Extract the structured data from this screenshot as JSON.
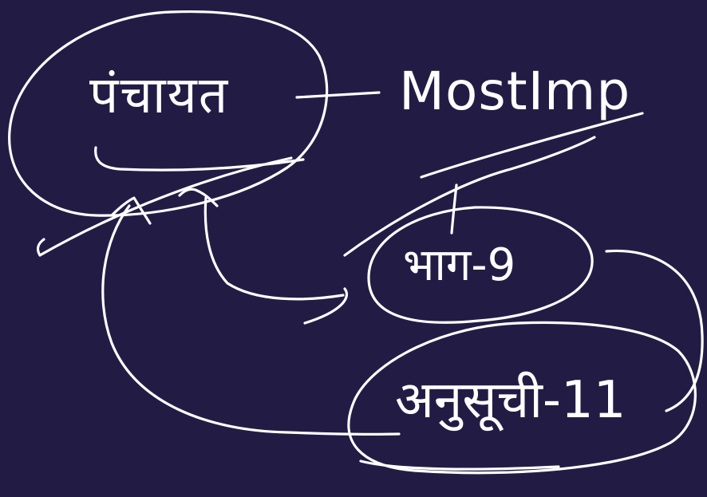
{
  "canvas": {
    "background": "#221c45",
    "ink_color": "#ffffff"
  },
  "labels": {
    "panchayat": "पंचायत",
    "most_imp": "MostImp",
    "bhag": "भाग-9",
    "anusuchi": "अनुसूची-11"
  }
}
